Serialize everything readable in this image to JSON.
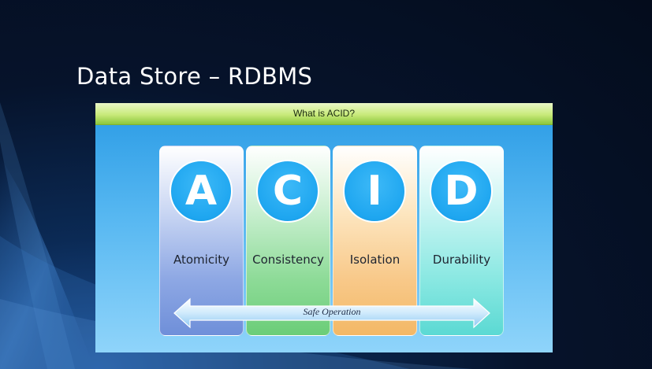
{
  "slide": {
    "title": "Data Store – RDBMS"
  },
  "panel": {
    "header": "What is ACID?",
    "cards": [
      {
        "letter": "A",
        "label": "Atomicity"
      },
      {
        "letter": "C",
        "label": "Consistency"
      },
      {
        "letter": "I",
        "label": "Isolation"
      },
      {
        "letter": "D",
        "label": "Durability"
      }
    ],
    "arrow_label": "Safe Operation"
  },
  "colors": {
    "header_green": "#c8ea7a",
    "panel_blue": "#2a9be5",
    "circle_blue": "#1ea6f0",
    "card_a": "#6f8fd9",
    "card_c": "#6bcd78",
    "card_i": "#f3b866",
    "card_d": "#5bd9d3"
  }
}
